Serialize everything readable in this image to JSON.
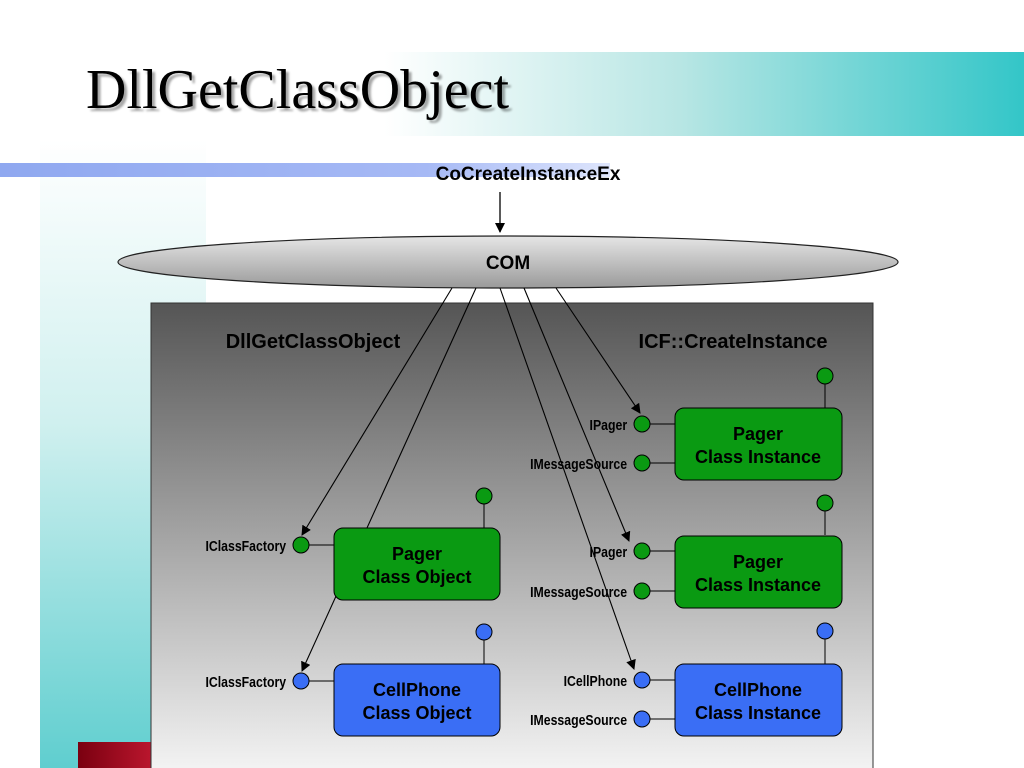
{
  "slide": {
    "title": "DllGetClassObject"
  },
  "diagram": {
    "caller": "CoCreateInstanceEx",
    "com": "COM",
    "left_header": "DllGetClassObject",
    "right_header": "ICF::CreateInstance",
    "class_objects": [
      {
        "line1": "Pager",
        "line2": "Class Object",
        "color": "#0a9a12",
        "interface": "IClassFactory"
      },
      {
        "line1": "CellPhone",
        "line2": "Class Object",
        "color": "#3a6ef5",
        "interface": "IClassFactory"
      }
    ],
    "class_instances": [
      {
        "line1": "Pager",
        "line2": "Class Instance",
        "color": "#0a9a12",
        "interfaces": [
          "IPager",
          "IMessageSource"
        ]
      },
      {
        "line1": "Pager",
        "line2": "Class Instance",
        "color": "#0a9a12",
        "interfaces": [
          "IPager",
          "IMessageSource"
        ]
      },
      {
        "line1": "CellPhone",
        "line2": "Class Instance",
        "color": "#3a6ef5",
        "interfaces": [
          "ICellPhone",
          "IMessageSource"
        ]
      }
    ]
  }
}
